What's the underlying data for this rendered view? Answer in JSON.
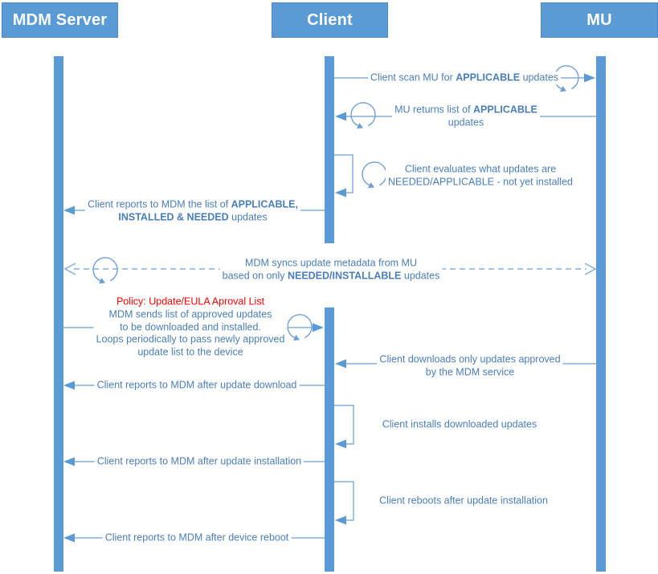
{
  "colors": {
    "accent": "#5B9BD5",
    "line": "#85ADDC",
    "text": "#4A7EBB",
    "red": "#FF0000"
  },
  "actors": {
    "mdm": "MDM Server",
    "client": "Client",
    "mu": "MU"
  },
  "messages": {
    "scan": {
      "lines": [
        [
          {
            "t": "Client scan MU for "
          },
          {
            "t": "APPLICABLE",
            "b": true
          },
          {
            "t": " updates"
          }
        ]
      ]
    },
    "returns": {
      "lines": [
        [
          {
            "t": "MU returns list of "
          },
          {
            "t": "APPLICABLE",
            "b": true
          }
        ],
        [
          {
            "t": "updates"
          }
        ]
      ]
    },
    "evaluate": {
      "lines": [
        [
          {
            "t": "Client evaluates what updates are"
          }
        ],
        [
          {
            "t": "NEEDED/APPLICABLE - not yet installed"
          }
        ]
      ]
    },
    "report_list": {
      "lines": [
        [
          {
            "t": "Client reports to MDM the list of "
          },
          {
            "t": "APPLICABLE,",
            "b": true
          }
        ],
        [
          {
            "t": "INSTALLED & NEEDED",
            "b": true
          },
          {
            "t": " updates"
          }
        ]
      ]
    },
    "sync": {
      "lines": [
        [
          {
            "t": "MDM syncs update metadata from MU"
          }
        ],
        [
          {
            "t": "based on only "
          },
          {
            "t": "NEEDED/INSTALLABLE",
            "b": true
          },
          {
            "t": " updates"
          }
        ]
      ]
    },
    "policy": {
      "title": "Policy: Update/EULA Aproval List",
      "lines": [
        "MDM sends list of approved updates",
        "to be downloaded and installed.",
        "Loops periodically to pass newly approved",
        "update list to the device"
      ]
    },
    "download": {
      "lines": [
        [
          {
            "t": "Client downloads only updates approved"
          }
        ],
        [
          {
            "t": "by the MDM service"
          }
        ]
      ]
    },
    "report_download": {
      "lines": [
        [
          {
            "t": "Client reports to MDM after update download"
          }
        ]
      ]
    },
    "install": {
      "lines": [
        [
          {
            "t": "Client installs downloaded updates"
          }
        ]
      ]
    },
    "report_install": {
      "lines": [
        [
          {
            "t": "Client reports to MDM after update installation"
          }
        ]
      ]
    },
    "reboot": {
      "lines": [
        [
          {
            "t": "Client reboots after update installation"
          }
        ]
      ]
    },
    "report_reboot": {
      "lines": [
        [
          {
            "t": "Client reports to MDM after device reboot"
          }
        ]
      ]
    }
  }
}
